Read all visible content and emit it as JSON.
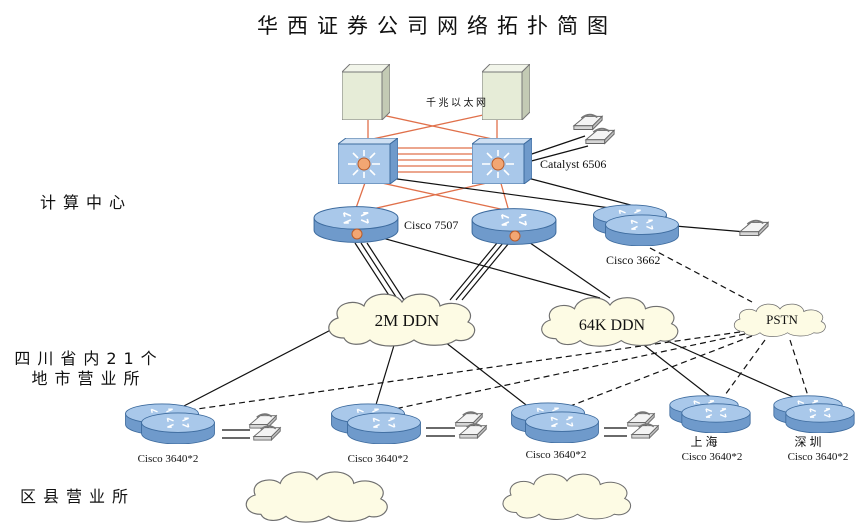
{
  "title": "华西证券公司网络拓扑简图",
  "sections": {
    "compute_center": "计算中心",
    "city_offices": "四川省内21个地市营业所",
    "county_offices": "区县营业所"
  },
  "labels": {
    "gigabit": "千 兆 以 太 网",
    "catalyst": "Catalyst 6506",
    "cisco7507": "Cisco 7507",
    "cisco3662": "Cisco 3662",
    "ddn2m": "2M DDN",
    "ddn64k": "64K DDN",
    "pstn": "PSTN",
    "shanghai": "上 海",
    "shenzhen": "深 圳",
    "router_model": "Cisco 3640*2",
    "router_model_spaced": "Cisco  3640*2"
  },
  "colors": {
    "link_orange": "#e0704a",
    "router_blue": "#8fb4dc",
    "cloud_fill": "#fdfbe4",
    "server_fill": "#e6ecd7"
  }
}
